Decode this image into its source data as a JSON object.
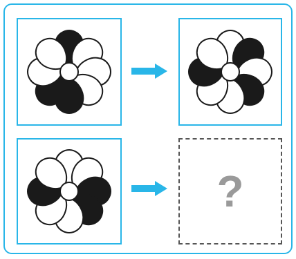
{
  "puzzle": {
    "accent_color": "#29b6e8",
    "placeholder_color": "#9a9a9a",
    "petal_dark_color": "#1a1a1a",
    "petal_light_color": "#ffffff",
    "question_mark": "?",
    "panels": [
      {
        "role": "top-left-flower",
        "dark_petals": [
          0,
          4,
          5
        ]
      },
      {
        "role": "top-right-flower",
        "dark_petals": [
          1,
          3,
          6
        ]
      },
      {
        "role": "bottom-left-flower",
        "dark_petals": [
          2,
          3,
          6
        ]
      },
      {
        "role": "answer-slot",
        "content": "?"
      }
    ],
    "arrows": [
      "arrow-right-icon",
      "arrow-right-icon"
    ]
  }
}
